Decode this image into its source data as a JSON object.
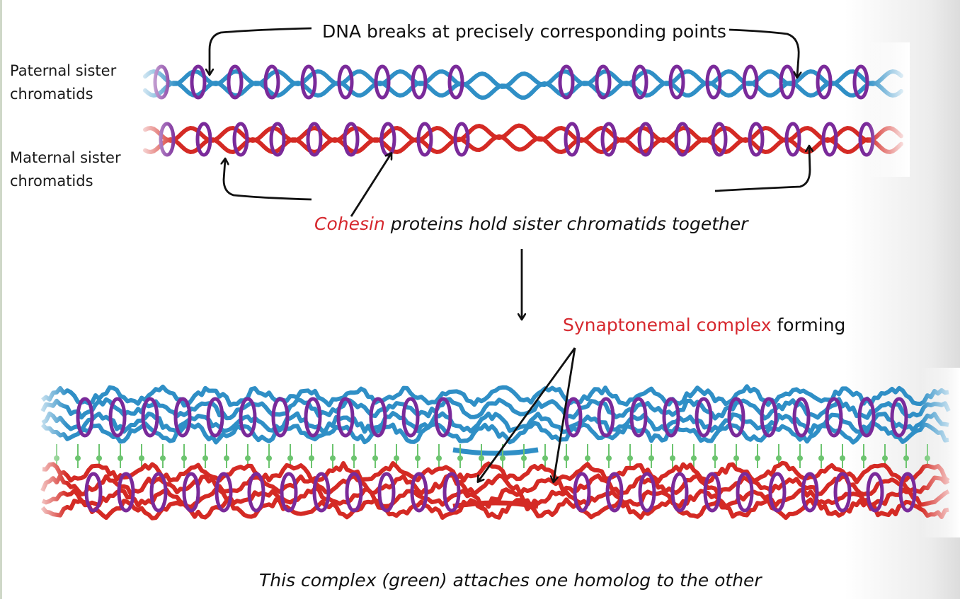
{
  "labels": {
    "paternal_line1": "Paternal sister",
    "paternal_line2": "chromatids",
    "maternal_line1": "Maternal sister",
    "maternal_line2": "chromatids"
  },
  "captions": {
    "dna_breaks": "DNA breaks at precisely corresponding points",
    "cohesin_word": "Cohesin",
    "cohesin_rest": " proteins hold sister chromatids together",
    "synaptonemal_word": "Synaptonemal complex",
    "synaptonemal_rest": " forming",
    "bottom_caption": "This complex (green) attaches one homolog to the other"
  },
  "colors": {
    "paternal_blue": "#2f8fc6",
    "maternal_red": "#d42a24",
    "cohesin_purple": "#7a2a9a",
    "synaptonemal_green": "#6cc46f",
    "highlight_red": "#d6282e"
  }
}
